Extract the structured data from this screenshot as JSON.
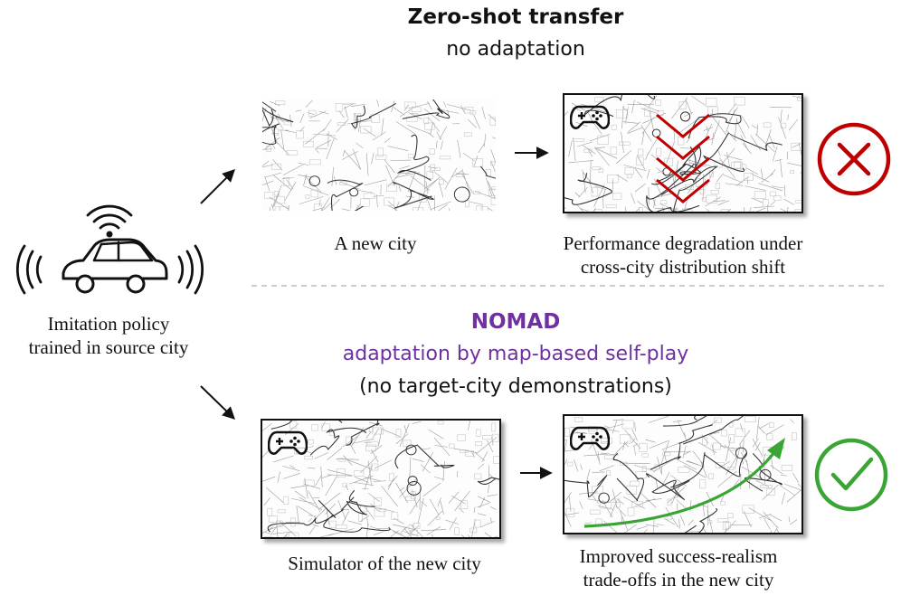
{
  "zero_shot": {
    "title": "Zero-shot transfer",
    "subtitle": "no adaptation",
    "new_city_caption": "A new city",
    "degradation_caption_line1": "Performance degradation under",
    "degradation_caption_line2": "cross-city distribution shift",
    "status_icon": "cross-circle-icon"
  },
  "policy": {
    "caption_line1": "Imitation policy",
    "caption_line2": "trained in source city",
    "icon": "car-with-wireless-signals-icon"
  },
  "nomad": {
    "title": "NOMAD",
    "subtitle": "adaptation by map-based self-play",
    "note": "(no target-city demonstrations)",
    "simulator_caption": "Simulator of the new city",
    "improved_caption_line1": "Improved success-realism",
    "improved_caption_line2": "trade-offs in the new city",
    "status_icon": "check-circle-icon"
  },
  "colors": {
    "nomad_purple": "#7030a0",
    "fail_red": "#c00000",
    "success_green": "#3aa535",
    "text": "#111111",
    "divider": "#bbbbbb"
  }
}
